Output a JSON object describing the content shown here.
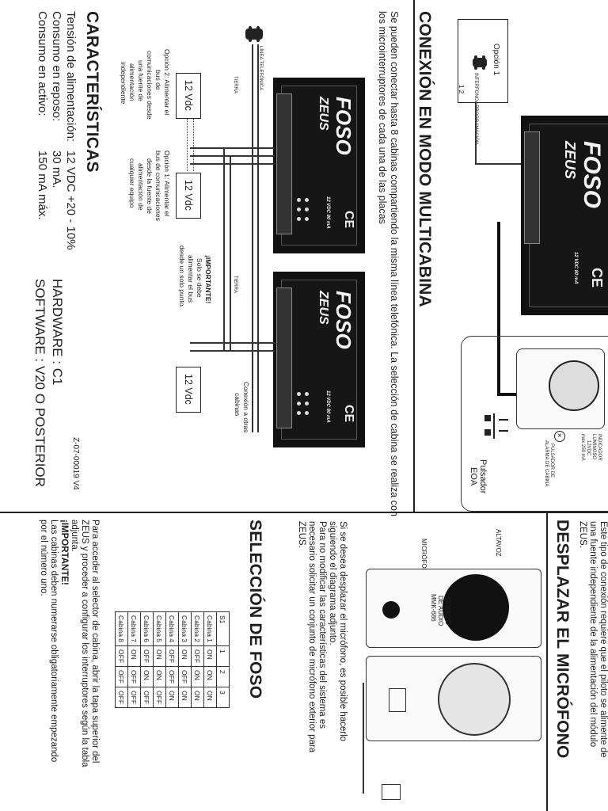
{
  "conexion": {
    "heading": "CONEXIÓN EN MODO MULTICABINA",
    "intro_line1": "Se pueden conectar hasta 8 cabinas compartiendo la misma línea telefónica. La selección de cabina se realiza con",
    "intro_line2": "los microinterruptores de cada una de las placas",
    "linea_label": "LÍNEA TELEFÓNICA",
    "tierra_label": "TIERRA",
    "opcion2_lines": [
      "Opción 2: Alimentar el",
      "bus de",
      "comunicaciones desde",
      "una fuente de",
      "alimentación",
      "independiente"
    ],
    "opcion1_lines": [
      "Opción 1: Alimentar el",
      "bus de comunicaciones",
      "desde la fuente de",
      "alimentación de",
      "cualquier equipo"
    ],
    "importante_title": "¡IMPORTANTE!",
    "importante_lines": [
      "Solo se debe",
      "alimentar el bus",
      "desde un solo punto."
    ],
    "otras_lines": [
      "Conexión a otras",
      "cabinas"
    ],
    "vdc_label": "12 Vdc",
    "module_model": "12 VDC 80 mA"
  },
  "brand": {
    "logo": "FOSO",
    "product": "ZEUS",
    "ce": "CE"
  },
  "caracteristicas": {
    "heading": "CARACTERÍSTICAS",
    "rows": [
      {
        "label": "Tensión de alimentación:",
        "value": "12 VDC +20 - 10%"
      },
      {
        "label": "Consumo en reposo:",
        "value": "30 mA."
      },
      {
        "label": "Consumo en activo:",
        "value": "150 mA máx."
      }
    ],
    "hardware": "HARDWARE : C1",
    "software": "SOFTWARE : V20 O POSTERIOR",
    "code": "Z-07-00019 V4"
  },
  "top_diagram": {
    "opcion1": "Opción 1",
    "pins": "1  2",
    "interfono": "INTERFONO / PROGRAMACIÓN",
    "indicador_lines": [
      "INDICADOR",
      "LUMINOSO",
      "12VDC",
      "max 250 mA"
    ],
    "pulsador_lines": [
      "PULSADOR DE",
      "ALARMA DE CABINA"
    ],
    "pulsador_eoa_lines": [
      "Pulsador",
      "EOA"
    ]
  },
  "microfono": {
    "heading": "DESPLAZAR EL MICRÓFONO",
    "top_lines": [
      "Este tipo de conexión requiere que el piloto se alimente de",
      "una fuente independiente de la alimentación del módulo",
      "ZEUS."
    ],
    "altavoz": "ALTAVOZ",
    "microfono_label": "MICRÓFONO",
    "modulo_lines": [
      "MÓDULO",
      "DE AUDIO",
      "MMK-686"
    ],
    "body_lines": [
      "Si se desea desplazar el micrófono, es posible hacerlo",
      "siguiendo el diagrama adjunto.",
      "Para no modificar las características del sistema es",
      "necesario solicitar un conjunto de micrófono exterior para",
      "ZEUS."
    ]
  },
  "seleccion": {
    "heading": "SELECCIÓN DE FOSO",
    "table_header": [
      "S1",
      "1",
      "2",
      "3"
    ],
    "table_rows": [
      [
        "Cabina 1",
        "ON",
        "ON",
        "ON"
      ],
      [
        "Cabina 2",
        "OFF",
        "ON",
        "ON"
      ],
      [
        "Cabina 3",
        "ON",
        "OFF",
        "ON"
      ],
      [
        "Cabina 4",
        "OFF",
        "OFF",
        "ON"
      ],
      [
        "Cabina 5",
        "ON",
        "ON",
        "OFF"
      ],
      [
        "Cabina 6",
        "OFF",
        "ON",
        "OFF"
      ],
      [
        "Cabina 7",
        "ON",
        "OFF",
        "OFF"
      ],
      [
        "Cabina 8",
        "OFF",
        "OFF",
        "OFF"
      ]
    ],
    "body_lines": [
      "Para acceder al selector de cabina, abrir la tapa superior del",
      "ZEUS y proceder a configurar los interruptores según la tabla",
      "adjunta."
    ],
    "importante": "¡IMPORTANTE!",
    "importante_lines": [
      "Las cabinas deben numerarse obligatoriamente empezando",
      "por el número uno."
    ]
  }
}
